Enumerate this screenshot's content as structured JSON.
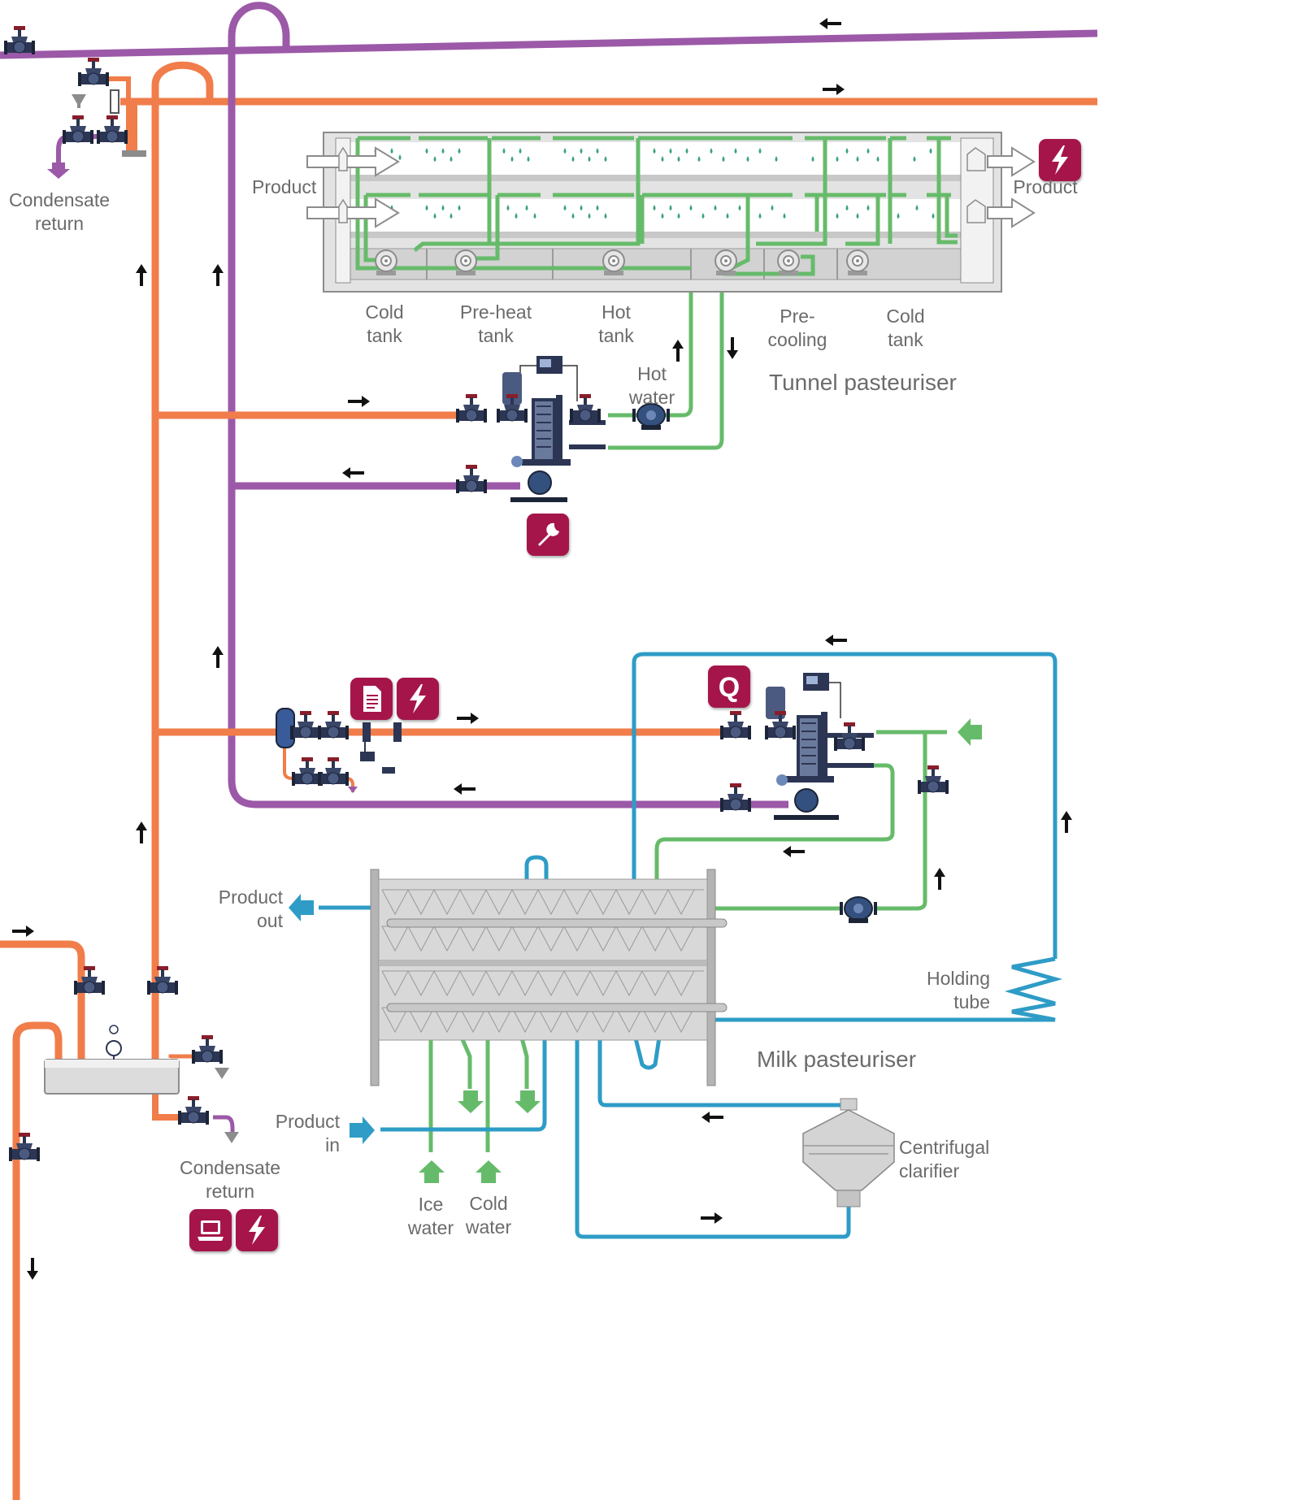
{
  "colors": {
    "steam": "#f07d4a",
    "condensate": "#9c59a8",
    "hot_water": "#66bb6a",
    "product": "#2e9cc6",
    "badge": "#a5154a",
    "tank": "#d6d6d6"
  },
  "labels": {
    "condensate_return_top": [
      "Condensate",
      "return"
    ],
    "condensate_return_bottom": [
      "Condensate",
      "return"
    ],
    "product_in_left": "Product",
    "product_out_right": "Product",
    "cold_tank_1": [
      "Cold",
      "tank"
    ],
    "preheat_tank": [
      "Pre-heat",
      "tank"
    ],
    "hot_tank": [
      "Hot",
      "tank"
    ],
    "precooling": [
      "Pre-",
      "cooling"
    ],
    "cold_tank_2": [
      "Cold",
      "tank"
    ],
    "hot_water": [
      "Hot",
      "water"
    ],
    "tunnel_pasteuriser": "Tunnel pasteuriser",
    "product_out": [
      "Product",
      "out"
    ],
    "holding_tube": [
      "Holding",
      "tube"
    ],
    "milk_pasteuriser": "Milk pasteuriser",
    "product_in": [
      "Product",
      "in"
    ],
    "ice_water": [
      "Ice",
      "water"
    ],
    "cold_water": [
      "Cold",
      "water"
    ],
    "centrifugal_clarifier": [
      "Centrifugal",
      "clarifier"
    ],
    "quality_badge_letter": "Q"
  },
  "icons": [
    "energy-icon",
    "maintenance-wrench-icon",
    "document-icon",
    "quality-icon",
    "laptop-icon",
    "valve-icon",
    "pump-icon",
    "plate-heat-exchanger-icon",
    "steam-trap-icon",
    "flow-arrow-icon"
  ]
}
